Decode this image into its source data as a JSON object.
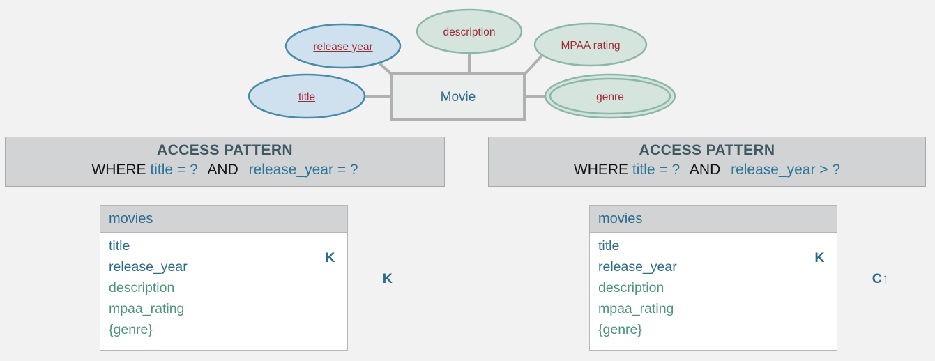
{
  "background_color": "#f2f2f2",
  "er_diagram": {
    "entity": {
      "name": "Movie",
      "fill": "#eceded",
      "stroke": "#b0b0b0",
      "text_color": "#2c6b8a"
    },
    "attributes": [
      {
        "name": "release year",
        "type": "key",
        "shape": "ellipse",
        "fill": "#cfe0ee",
        "stroke": "#4a8aaa",
        "text_color": "#9e2b32",
        "underlined": true
      },
      {
        "name": "title",
        "type": "key",
        "shape": "ellipse",
        "fill": "#cfe0ee",
        "stroke": "#4a8aaa",
        "text_color": "#9e2b32",
        "underlined": true
      },
      {
        "name": "description",
        "type": "regular",
        "shape": "ellipse",
        "fill": "#d5e5dd",
        "stroke": "#8bb8a6",
        "text_color": "#9e2b32",
        "underlined": false
      },
      {
        "name": "MPAA rating",
        "type": "regular",
        "shape": "ellipse",
        "fill": "#d5e5dd",
        "stroke": "#8bb8a6",
        "text_color": "#9e2b32",
        "underlined": false
      },
      {
        "name": "genre",
        "type": "multivalued",
        "shape": "double-ellipse",
        "fill": "#d5e5dd",
        "stroke": "#8bb8a6",
        "text_color": "#9e2b32",
        "underlined": false
      }
    ],
    "connector_color": "#b0b0b0"
  },
  "panels": [
    {
      "id": "left",
      "title": "ACCESS PATTERN",
      "query": {
        "keyword1": "WHERE",
        "column1": "title",
        "operator1": "= ?",
        "keyword2": "AND",
        "column2": "release_year",
        "operator2": "= ?"
      },
      "background": "#d2d3d5",
      "title_color": "#3e5863",
      "column_color": "#2b7596"
    },
    {
      "id": "right",
      "title": "ACCESS PATTERN",
      "query": {
        "keyword1": "WHERE",
        "column1": "title",
        "operator1": "= ?",
        "keyword2": "AND",
        "column2": "release_year",
        "operator2": "> ?"
      },
      "background": "#d2d3d5",
      "title_color": "#3e5863",
      "column_color": "#2b7596"
    }
  ],
  "tables": [
    {
      "id": "left",
      "name": "movies",
      "columns": [
        {
          "name": "title",
          "marker": "K",
          "kind": "pk"
        },
        {
          "name": "release_year",
          "marker": "K",
          "kind": "pk"
        },
        {
          "name": "description",
          "marker": "",
          "kind": "reg"
        },
        {
          "name": "mpaa_rating",
          "marker": "",
          "kind": "reg"
        },
        {
          "name": "{genre}",
          "marker": "",
          "kind": "reg"
        }
      ]
    },
    {
      "id": "right",
      "name": "movies",
      "columns": [
        {
          "name": "title",
          "marker": "K",
          "kind": "pk"
        },
        {
          "name": "release_year",
          "marker": "C↑",
          "kind": "ck"
        },
        {
          "name": "description",
          "marker": "",
          "kind": "reg"
        },
        {
          "name": "mpaa_rating",
          "marker": "",
          "kind": "reg"
        },
        {
          "name": "{genre}",
          "marker": "",
          "kind": "reg"
        }
      ]
    }
  ]
}
